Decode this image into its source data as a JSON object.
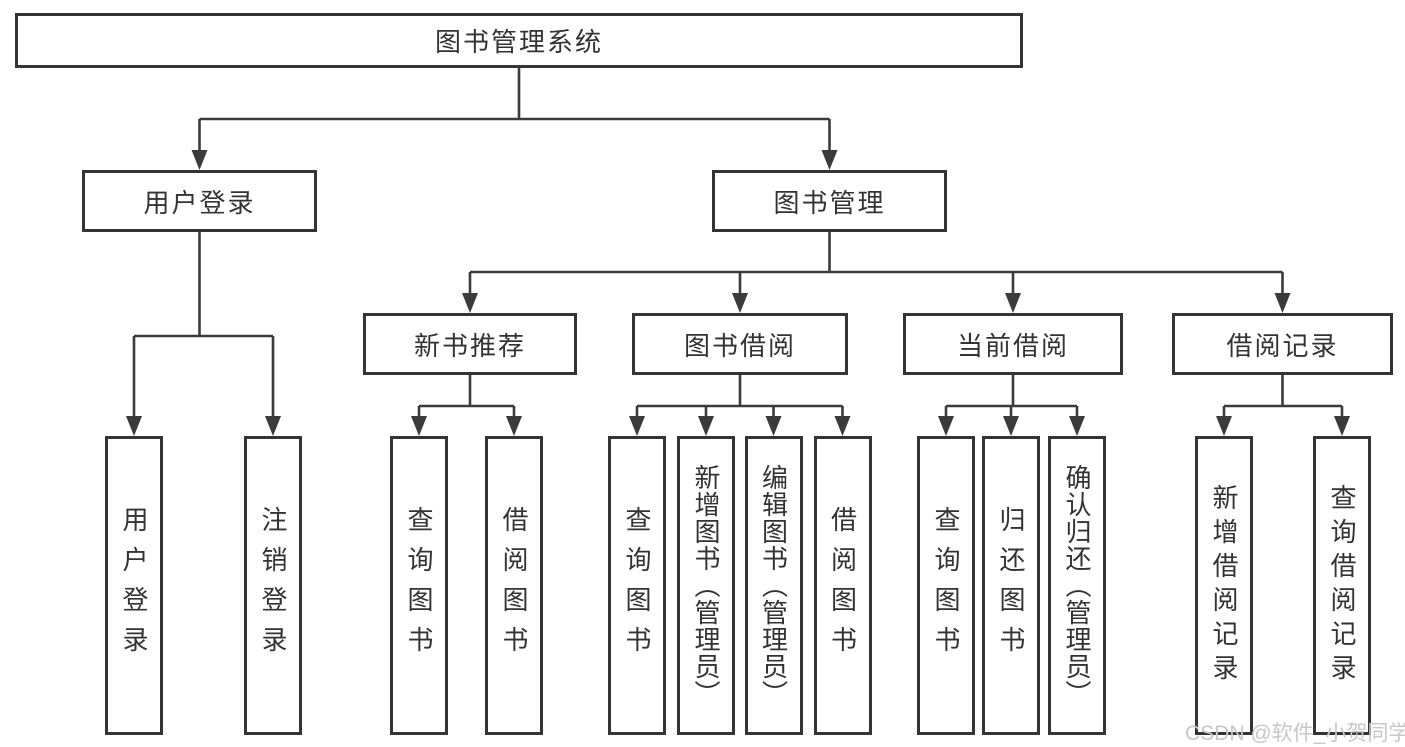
{
  "diagram": {
    "type": "functional-decomposition-tree",
    "colors": {
      "line": "#3b3b3b",
      "box_border": "#343434",
      "text": "#333333",
      "background": "#ffffff",
      "watermark_text": "#c7c7c7"
    }
  },
  "tree": {
    "label": "图书管理系统",
    "children": [
      {
        "label": "用户登录",
        "children": [
          {
            "label": "用户登录"
          },
          {
            "label": "注销登录"
          }
        ]
      },
      {
        "label": "图书管理",
        "children": [
          {
            "label": "新书推荐",
            "children": [
              {
                "label": "查询图书"
              },
              {
                "label": "借阅图书"
              }
            ]
          },
          {
            "label": "图书借阅",
            "children": [
              {
                "label": "查询图书"
              },
              {
                "label": "新增图书（管理员）"
              },
              {
                "label": "编辑图书（管理员）"
              },
              {
                "label": "借阅图书"
              }
            ]
          },
          {
            "label": "当前借阅",
            "children": [
              {
                "label": "查询图书"
              },
              {
                "label": "归还图书"
              },
              {
                "label": "确认归还（管理员）"
              }
            ]
          },
          {
            "label": "借阅记录",
            "children": [
              {
                "label": "新增借阅记录"
              },
              {
                "label": "查询借阅记录"
              }
            ]
          }
        ]
      }
    ]
  },
  "watermark": {
    "text": "CSDN @软件_小贺同学"
  }
}
